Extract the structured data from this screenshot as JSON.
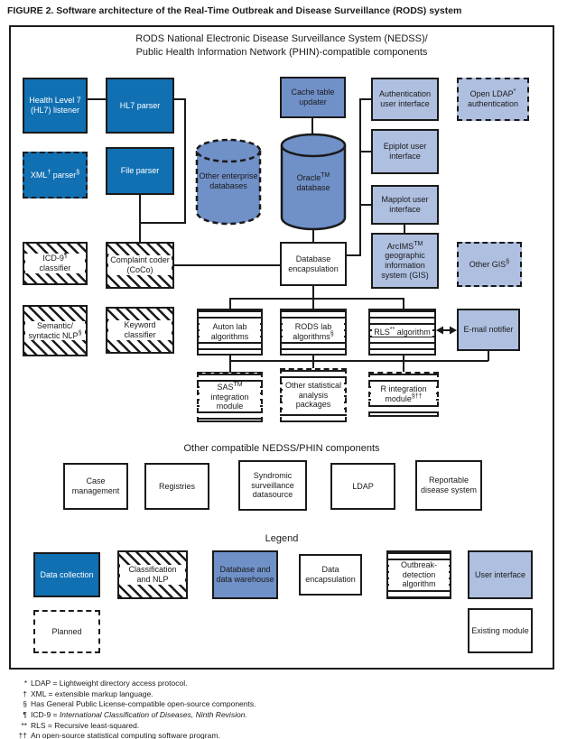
{
  "figure": {
    "caption": "FIGURE 2. Software architecture of the Real-Time Outbreak and Disease Surveillance (RODS) system"
  },
  "panel": {
    "title_line1": "RODS National Electronic Disease Surveillance System (NEDSS)/",
    "title_line2": "Public Health Information Network (PHIN)-compatible components"
  },
  "colors": {
    "data_collection_dark_blue": "#1170b2",
    "database_medium_blue": "#7090c8",
    "user_interface_light_blue": "#aebfe0",
    "line_black": "#1a1a1a"
  },
  "boxes": {
    "hl7_listener": "Health Level 7 (HL7) listener",
    "hl7_parser": "HL7 parser",
    "xml_parser": [
      {
        "t": "XML"
      },
      {
        "s": "†"
      },
      {
        "t": " parser"
      },
      {
        "s": "§"
      }
    ],
    "file_parser": "File parser",
    "other_enterprise_db": "Other enterprise databases",
    "cache_updater": "Cache table updater",
    "oracle_db": [
      {
        "t": "Oracle"
      },
      {
        "s": "TM"
      },
      {
        "t": " database"
      }
    ],
    "auth_ui": "Authentication user interface",
    "open_ldap": [
      {
        "t": "Open LDAP"
      },
      {
        "s": "*"
      },
      {
        "t": " authentication"
      }
    ],
    "epiplot_ui": "Epiplot user interface",
    "mapplot_ui": "Mapplot user interface",
    "icd9_classifier": [
      {
        "t": "ICD-9"
      },
      {
        "s": "¶"
      },
      {
        "t": " classifier"
      }
    ],
    "complaint_coder": "Complaint coder (CoCo)",
    "db_encapsulation": "Database encapsulation",
    "arcims_gis": [
      {
        "t": "ArcIMS"
      },
      {
        "s": "TM"
      },
      {
        "t": " geographic information system (GIS)"
      }
    ],
    "other_gis": [
      {
        "t": "Other GIS"
      },
      {
        "s": "§"
      }
    ],
    "semantic_nlp": [
      {
        "t": "Semantic/ syntactic NLP"
      },
      {
        "s": "§"
      }
    ],
    "keyword_classifier": "Keyword classifier",
    "auton_lab": "Auton lab algorithms",
    "rods_lab": [
      {
        "t": "RODS lab algorithms"
      },
      {
        "s": "§"
      }
    ],
    "rls_algorithm": [
      {
        "t": "RLS"
      },
      {
        "s": "**"
      },
      {
        "t": " algorithm"
      }
    ],
    "email_notifier": "E-mail notifier",
    "sas_module": [
      {
        "t": "SAS"
      },
      {
        "s": "TM"
      },
      {
        "t": " integration module"
      }
    ],
    "other_stats": "Other statistical analysis packages",
    "r_module": [
      {
        "t": "R integration module"
      },
      {
        "s": "§††"
      }
    ]
  },
  "compatible": {
    "title": "Other compatible NEDSS/PHIN components",
    "items": [
      "Case management",
      "Registries",
      "Syndromic surveillance datasource",
      "LDAP",
      "Reportable disease system"
    ]
  },
  "legend": {
    "title": "Legend",
    "data_collection": "Data collection",
    "classification": "Classification and NLP",
    "db_warehouse": "Database and data warehouse",
    "data_encapsulation": "Data encapsulation",
    "outbreak": "Outbreak-detection algorithm",
    "user_interface": "User interface",
    "planned": "Planned",
    "existing": "Existing module"
  },
  "footnotes": [
    {
      "marker": "*",
      "text": "LDAP = Lightweight directory access protocol.",
      "italic": ""
    },
    {
      "marker": "†",
      "text": "XML = extensible markup language.",
      "italic": ""
    },
    {
      "marker": "§",
      "text": "Has General Public License-compatible open-source components.",
      "italic": ""
    },
    {
      "marker": "¶",
      "text": "ICD-9 = ",
      "italic": "International Classification of Diseases, Ninth Revision."
    },
    {
      "marker": "**",
      "text": "RLS = Recursive least-squared.",
      "italic": ""
    },
    {
      "marker": "††",
      "text": "An open-source statistical computing software program.",
      "italic": ""
    }
  ]
}
